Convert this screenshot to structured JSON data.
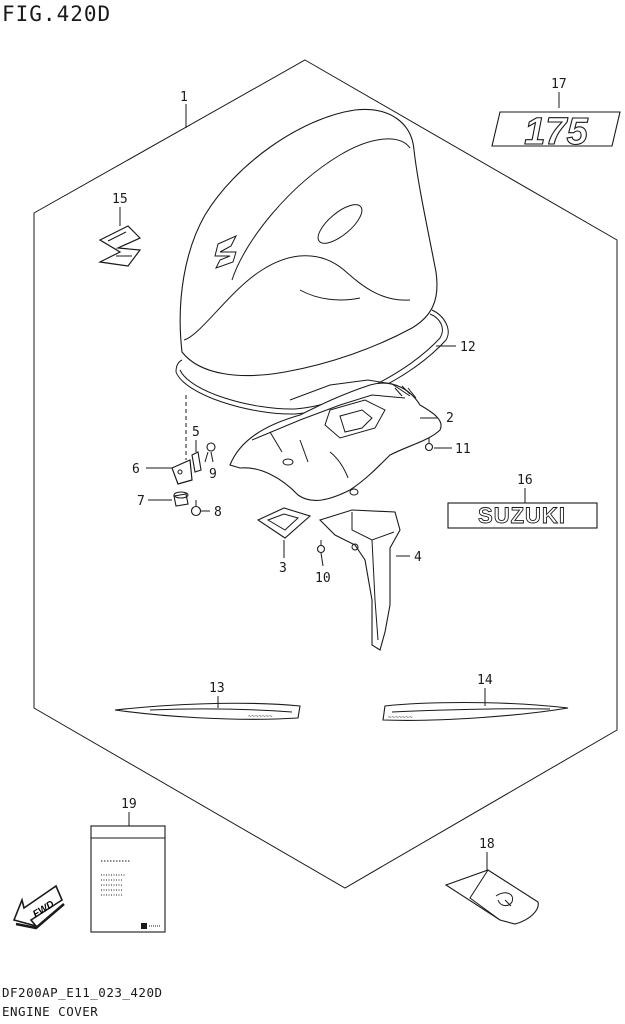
{
  "figure_title": "FIG.420D",
  "footer": {
    "code": "DF200AP_E11_023_420D",
    "name": "ENGINE COVER"
  },
  "callouts": [
    "1",
    "2",
    "3",
    "4",
    "5",
    "6",
    "7",
    "8",
    "9",
    "10",
    "11",
    "12",
    "13",
    "14",
    "15",
    "16",
    "17",
    "18",
    "19"
  ],
  "decals": {
    "model_number": "175",
    "brand": "SUZUKI",
    "fwd": "FWD"
  },
  "colors": {
    "line": "#1a1a1a",
    "background": "#ffffff"
  }
}
